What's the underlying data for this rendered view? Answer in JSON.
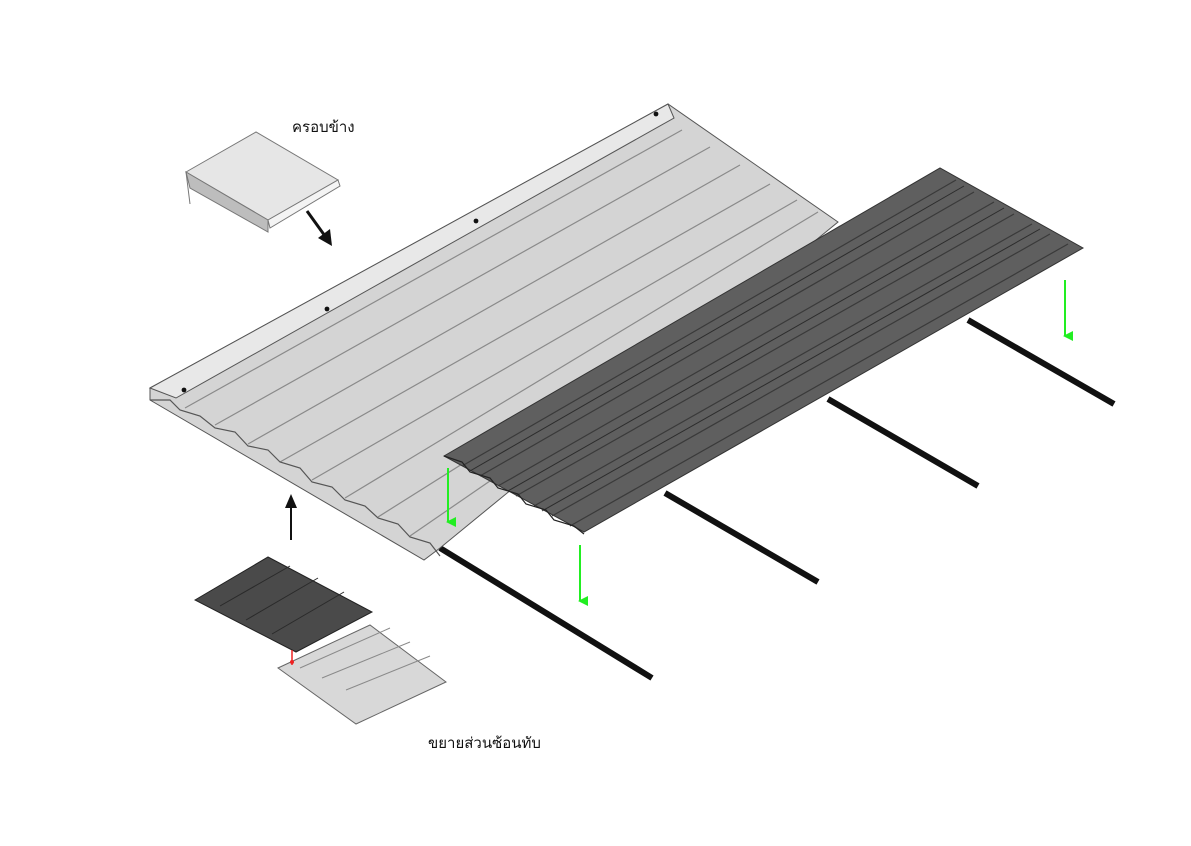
{
  "labels": {
    "side_cap": "ครอบข้าง",
    "overlap_detail": "ขยายส่วนซ้อนทับ"
  },
  "colors": {
    "light_sheet": "#d8d8d8",
    "light_sheet_dark": "#9a9a9a",
    "dark_sheet": "#5e5e5e",
    "dark_sheet_dark": "#3a3a3a",
    "purlin": "#111111",
    "green_arrow": "#22ee22",
    "black_arrow": "#111111",
    "red_marker": "#ee2222"
  },
  "icons": {
    "down_arrows": "green-down-arrow",
    "cap_arrow": "black-diagonal-arrow",
    "up_arrow": "black-up-arrow"
  }
}
